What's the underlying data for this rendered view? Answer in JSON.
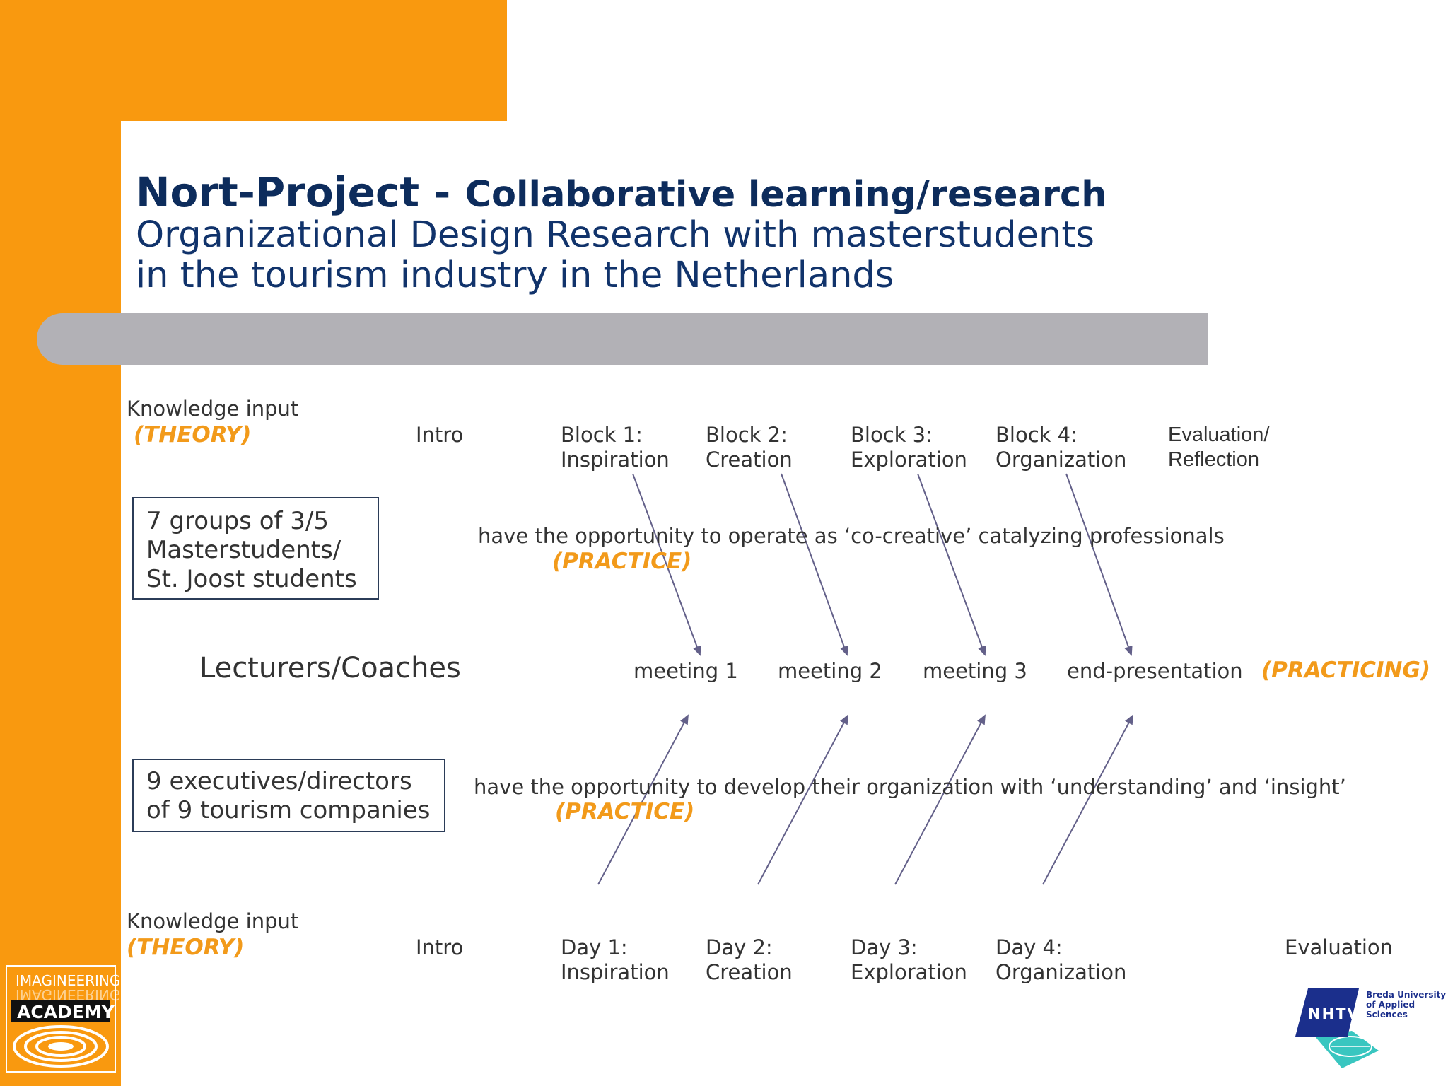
{
  "title": {
    "main": "Nort-Project - ",
    "main_sub": "Collaborative learning/research",
    "line2": "Organizational Design Research with masterstudents",
    "line3": "in the tourism industry in the Netherlands"
  },
  "top_row": {
    "knowledge_input": "Knowledge input",
    "theory": "(THEORY)",
    "intro": "Intro",
    "blocks": [
      {
        "l1": "Block 1:",
        "l2": "Inspiration"
      },
      {
        "l1": "Block 2:",
        "l2": "Creation"
      },
      {
        "l1": "Block 3:",
        "l2": "Exploration"
      },
      {
        "l1": "Block 4:",
        "l2": "Organization"
      }
    ],
    "evaluation": {
      "l1": "Evaluation/",
      "l2": "Reflection"
    }
  },
  "students_box": [
    "7 groups of 3/5",
    "Masterstudents/",
    "St. Joost students"
  ],
  "students_text": "have the opportunity to operate as ‘co-creative’ catalyzing professionals",
  "practice": "(PRACTICE)",
  "lecturers": "Lecturers/Coaches",
  "meetings": [
    "meeting 1",
    "meeting 2",
    "meeting 3",
    "end-presentation"
  ],
  "practicing": "(PRACTICING)",
  "executives_box": [
    "9 executives/directors",
    "of 9 tourism companies"
  ],
  "executives_text": "have the opportunity to develop their organization with ‘understanding’ and ‘insight’",
  "bottom_row": {
    "knowledge_input": "Knowledge input",
    "theory": "(THEORY)",
    "intro": "Intro",
    "days": [
      {
        "l1": "Day 1:",
        "l2": "Inspiration"
      },
      {
        "l1": "Day 2:",
        "l2": "Creation"
      },
      {
        "l1": "Day 3:",
        "l2": "Exploration"
      },
      {
        "l1": "Day 4:",
        "l2": "Organization"
      }
    ],
    "evaluation": "Evaluation"
  },
  "logos": {
    "imagineering": {
      "line1": "IMAGINEERING",
      "line2": "ACADEMY",
      "icon": "concentric-rings-icon"
    },
    "nhtv": {
      "name": "NHTV",
      "tagline": [
        "Breda University",
        "of Applied",
        "Sciences"
      ],
      "icon": "globe-icon"
    }
  },
  "colors": {
    "orange": "#f9990f",
    "accent": "#f29a1a",
    "title_navy": "#0d2c5c",
    "gray_bar": "#b2b1b6",
    "arrow": "#636089"
  }
}
